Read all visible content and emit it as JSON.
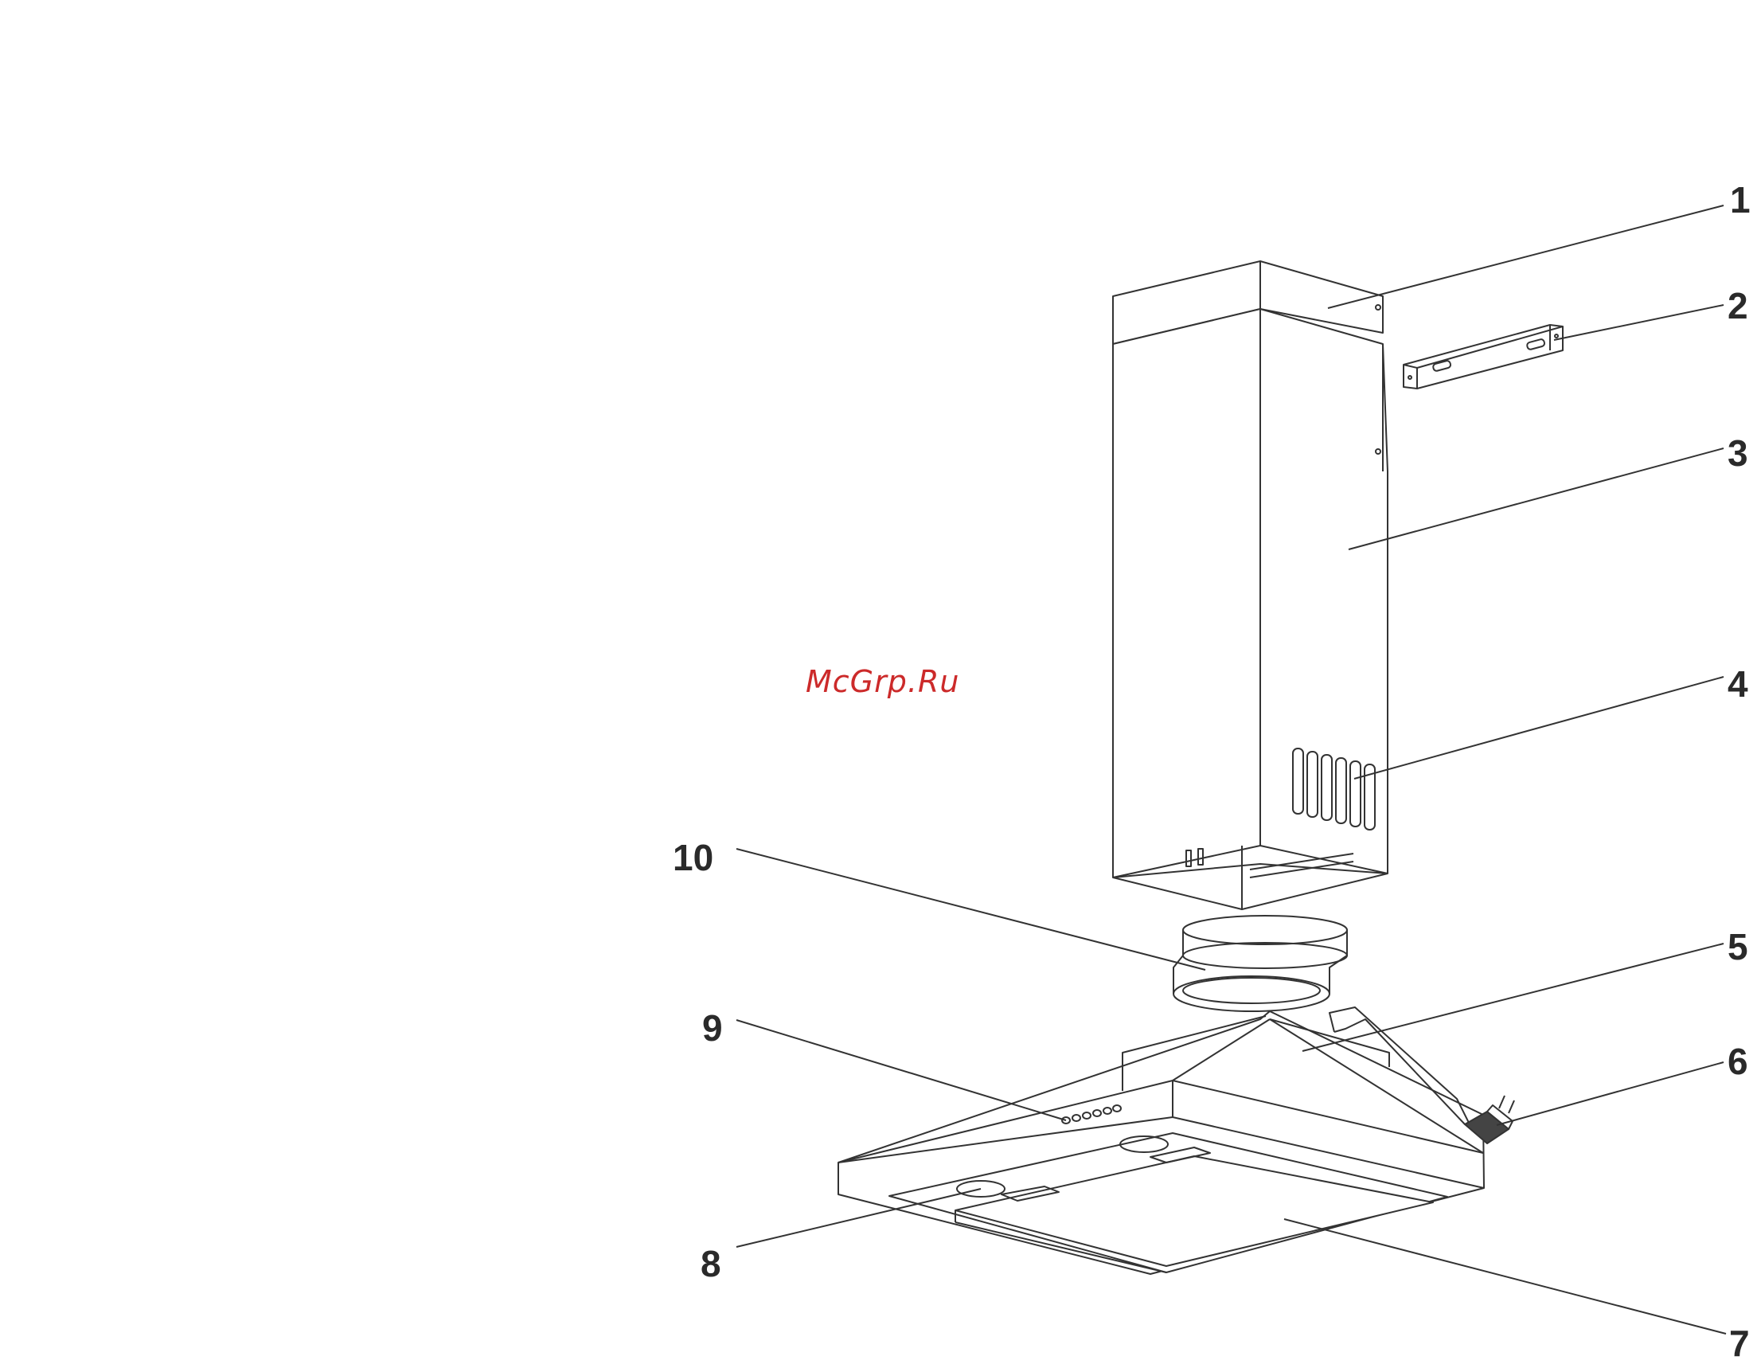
{
  "watermark": "McGrp.Ru",
  "callouts": [
    {
      "id": "1",
      "label": "1"
    },
    {
      "id": "2",
      "label": "2"
    },
    {
      "id": "3",
      "label": "3"
    },
    {
      "id": "4",
      "label": "4"
    },
    {
      "id": "5",
      "label": "5"
    },
    {
      "id": "6",
      "label": "6"
    },
    {
      "id": "7",
      "label": "7"
    },
    {
      "id": "8",
      "label": "8"
    },
    {
      "id": "9",
      "label": "9"
    },
    {
      "id": "10",
      "label": "10"
    }
  ]
}
